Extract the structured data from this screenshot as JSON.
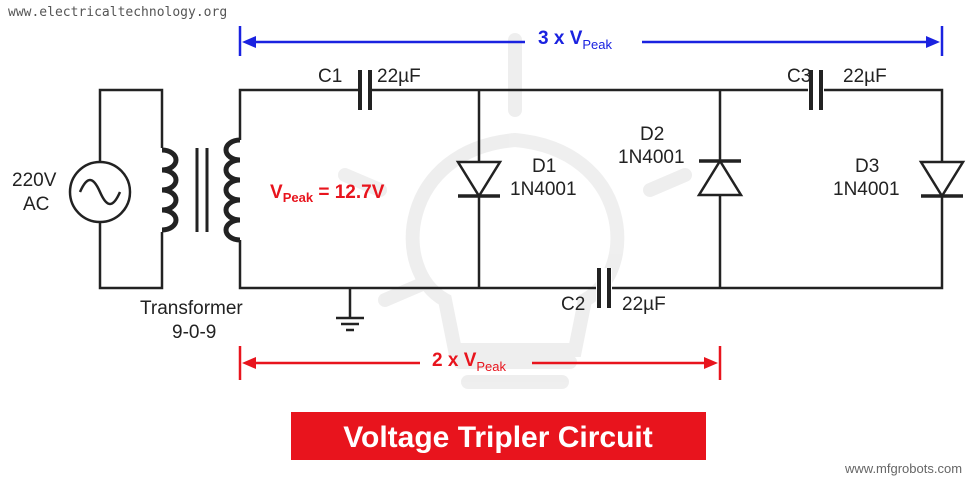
{
  "header": {
    "site_url": "www.electricaltechnology.org"
  },
  "source": {
    "voltage_line1": "220V",
    "voltage_line2": "AC"
  },
  "transformer": {
    "name": "Transformer",
    "rating": "9-0-9"
  },
  "vpeak_label": {
    "v": "V",
    "sub": "Peak",
    "value": " = 12.7V"
  },
  "capacitors": [
    {
      "id": "C1",
      "value": "22µF"
    },
    {
      "id": "C2",
      "value": "22µF"
    },
    {
      "id": "C3",
      "value": "22µF"
    }
  ],
  "diodes": [
    {
      "id": "D1",
      "part": "1N4001"
    },
    {
      "id": "D2",
      "part": "1N4001"
    },
    {
      "id": "D3",
      "part": "1N4001"
    }
  ],
  "dimension_top": {
    "prefix": "3 x V",
    "sub": "Peak",
    "color": "#1a22e0"
  },
  "dimension_bottom": {
    "prefix": "2 x V",
    "sub": "Peak",
    "color": "#e8141d"
  },
  "title": {
    "text": "Voltage Tripler Circuit",
    "bg_color": "#e8141d"
  },
  "footer": {
    "watermark": "www.mfgrobots.com"
  },
  "icons": [
    "ac-source-icon",
    "transformer-icon",
    "capacitor-icon",
    "diode-icon",
    "ground-icon",
    "lightbulb-watermark-icon"
  ]
}
